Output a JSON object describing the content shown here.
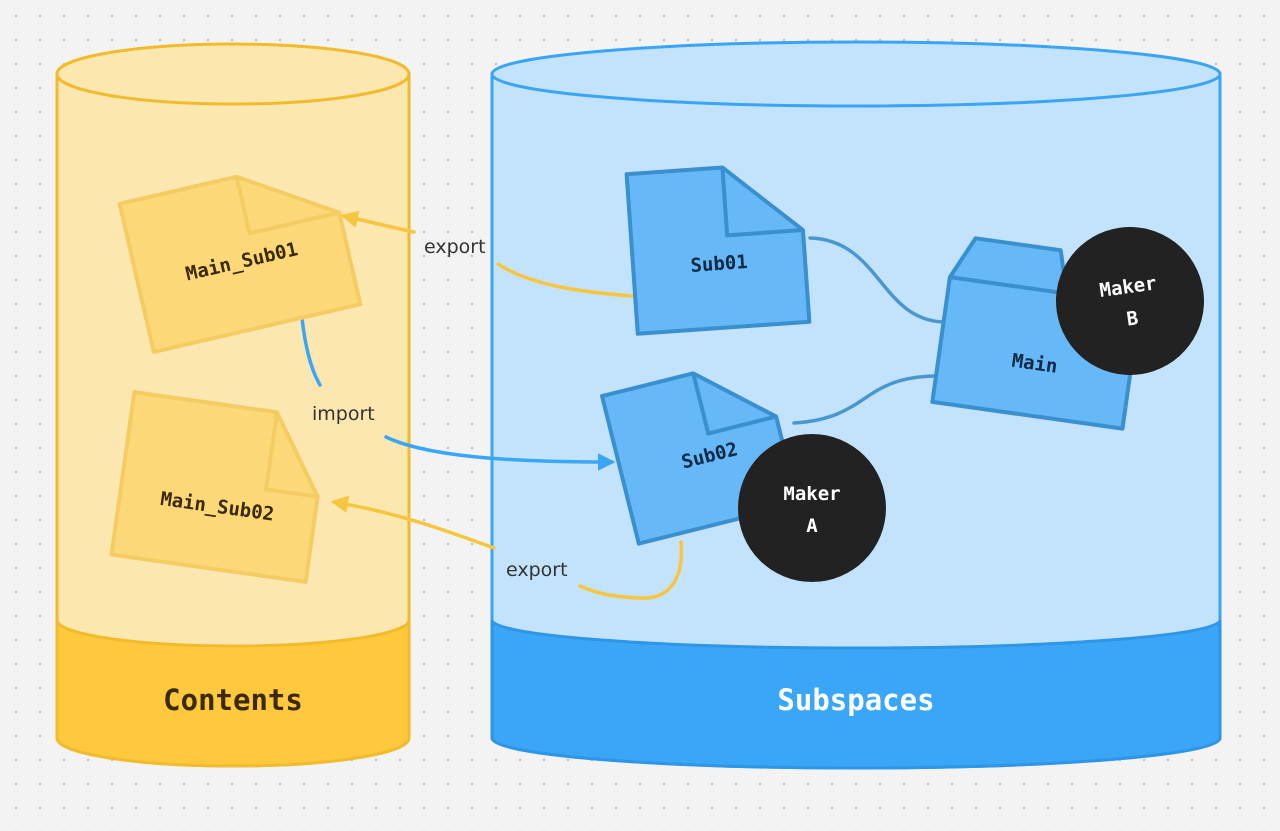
{
  "contents": {
    "label": "Contents",
    "documents": [
      {
        "label": "Main_Sub01"
      },
      {
        "label": "Main_Sub02"
      }
    ]
  },
  "subspaces": {
    "label": "Subspaces",
    "documents": [
      {
        "label": "Sub01"
      },
      {
        "label": "Sub02"
      },
      {
        "label": "Main"
      }
    ],
    "makers": [
      {
        "line1": "Maker",
        "line2": "A"
      },
      {
        "line1": "Maker",
        "line2": "B"
      }
    ]
  },
  "connections": {
    "export_top": "export",
    "import": "import",
    "export_bottom": "export"
  },
  "colors": {
    "contents_fill": "#fce7b0",
    "contents_band": "#ffc83d",
    "contents_stroke": "#f2bb2c",
    "contents_doc": "#fcd878",
    "subspaces_fill": "#c3e3fc",
    "subspaces_band": "#3aa6f8",
    "subspaces_stroke": "#3aa4f5",
    "subspaces_doc": "#66b8f8",
    "export_arrow": "#f7c63e",
    "import_arrow": "#3aa6f8",
    "maker": "#222222"
  }
}
